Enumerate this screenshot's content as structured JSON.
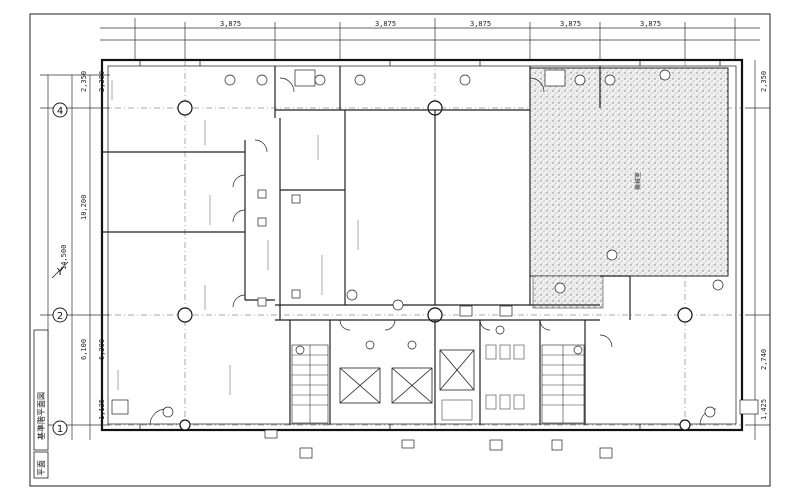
{
  "drawing": {
    "grid_axes": {
      "row_4": "4",
      "row_2": "2",
      "row_1": "1",
      "arrow_mark": "Y"
    },
    "overall_dimension": "14,500",
    "title_block": {
      "sheet_title": "基準階平面図",
      "sheet_ref": "平面"
    },
    "left_dimensions": [
      "2,350",
      "2,300",
      "10,200",
      "6,100",
      "6,200",
      "1,125"
    ],
    "right_dimensions": [
      "2,350",
      "2,740",
      "1,425"
    ],
    "top_dimensions": [
      "3,875",
      "3,875",
      "3,875",
      "3,875",
      "3,875"
    ],
    "hatched_room_label": "機械室"
  }
}
